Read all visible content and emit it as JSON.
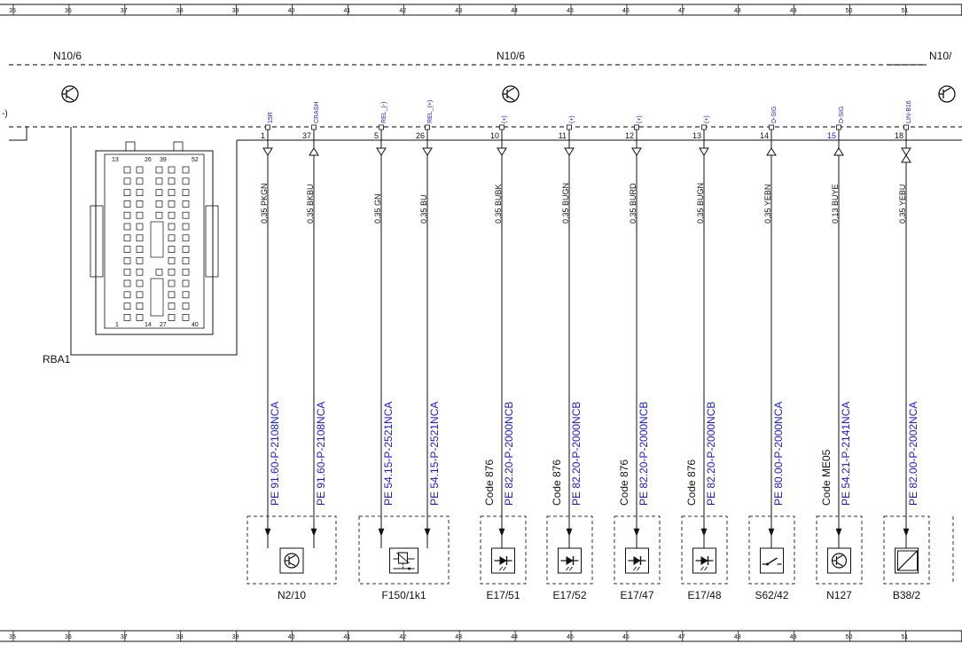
{
  "grid": [
    "35",
    "36",
    "37",
    "38",
    "39",
    "40",
    "41",
    "42",
    "43",
    "44",
    "45",
    "46",
    "47",
    "48",
    "49",
    "50",
    "51"
  ],
  "headers": {
    "left": "N10/6",
    "center": "N10/6",
    "right": "N10/"
  },
  "left_fragment": "-)",
  "connector": {
    "label": "RBA1",
    "pins": [
      "13",
      "26",
      "39",
      "52",
      "1",
      "14",
      "27",
      "40"
    ]
  },
  "wires": [
    {
      "pin": "1",
      "signal": "15R",
      "wire": "0,35 PKGN",
      "dir": "down",
      "pe": "PE 91.60-P-2108NCA",
      "code": ""
    },
    {
      "pin": "37",
      "signal": "CRASH",
      "wire": "0,35 BKBU",
      "dir": "up",
      "pe": "PE 91.60-P-2108NCA",
      "code": ""
    },
    {
      "pin": "5",
      "signal": "REL_(-)",
      "wire": "0,35 GN",
      "dir": "down",
      "pe": "PE 54.15-P-2521NCA",
      "code": ""
    },
    {
      "pin": "26",
      "signal": "REL_(+)",
      "wire": "0,35 BU",
      "dir": "down",
      "pe": "PE 54.15-P-2521NCA",
      "code": ""
    },
    {
      "pin": "10",
      "signal": "(+)",
      "wire": "0,35 BUBK",
      "dir": "down",
      "pe": "PE 82.20-P-2000NCB",
      "code": "Code 876"
    },
    {
      "pin": "11",
      "signal": "(+)",
      "wire": "0,35 BUGN",
      "dir": "down",
      "pe": "PE 82.20-P-2000NCB",
      "code": "Code 876"
    },
    {
      "pin": "12",
      "signal": "(+)",
      "wire": "0,35 BURD",
      "dir": "down",
      "pe": "PE 82.20-P-2000NCB",
      "code": "Code 876"
    },
    {
      "pin": "13",
      "signal": "(+)",
      "wire": "0,35 BUGN",
      "dir": "down",
      "pe": "PE 82.20-P-2000NCB",
      "code": "Code 876"
    },
    {
      "pin": "14",
      "signal": "D-SIG",
      "wire": "0,35 YEBN",
      "dir": "up",
      "pe": "PE 80.00-P-2000NCA",
      "code": ""
    },
    {
      "pin": "15",
      "signal": "D-SIG",
      "wire": "0,13 BUYE",
      "dir": "up",
      "pe": "PE 54.21-P-2141NCA",
      "code": "Code ME05"
    },
    {
      "pin": "18",
      "signal": "LIN-B16",
      "wire": "0,35 YEBU",
      "dir": "both",
      "pe": "PE 82.00-P-2002NCA",
      "code": ""
    }
  ],
  "components": [
    {
      "label": "N2/10",
      "icon": "transistor"
    },
    {
      "label": "F150/1k1",
      "icon": "relay"
    },
    {
      "label": "E17/51",
      "icon": "led"
    },
    {
      "label": "E17/52",
      "icon": "led"
    },
    {
      "label": "E17/47",
      "icon": "led"
    },
    {
      "label": "E17/48",
      "icon": "led"
    },
    {
      "label": "S62/42",
      "icon": "switch"
    },
    {
      "label": "N127",
      "icon": "transistor"
    },
    {
      "label": "B38/2",
      "icon": "sensor"
    }
  ],
  "colors": {
    "line": "#111111",
    "label": "#1a1acc",
    "dash": "#333333"
  }
}
